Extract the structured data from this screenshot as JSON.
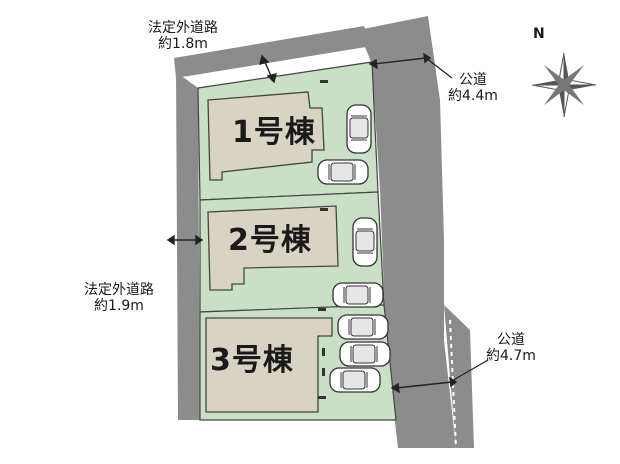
{
  "roads": {
    "private_top": {
      "line1": "法定外道路",
      "line2": "約1.8m"
    },
    "private_left": {
      "line1": "法定外道路",
      "line2": "約1.9m"
    },
    "public_top": {
      "line1": "公道",
      "line2": "約4.4m"
    },
    "public_bottom": {
      "line1": "公道",
      "line2": "約4.7m"
    }
  },
  "lots": [
    {
      "building": "1号棟"
    },
    {
      "building": "2号棟"
    },
    {
      "building": "3号棟"
    }
  ],
  "compass": {
    "north_label": "N"
  },
  "colors": {
    "road": "#8c8c8c",
    "lot": "#c9e0c6",
    "building": "#d8d3c3",
    "outline": "#444444"
  }
}
